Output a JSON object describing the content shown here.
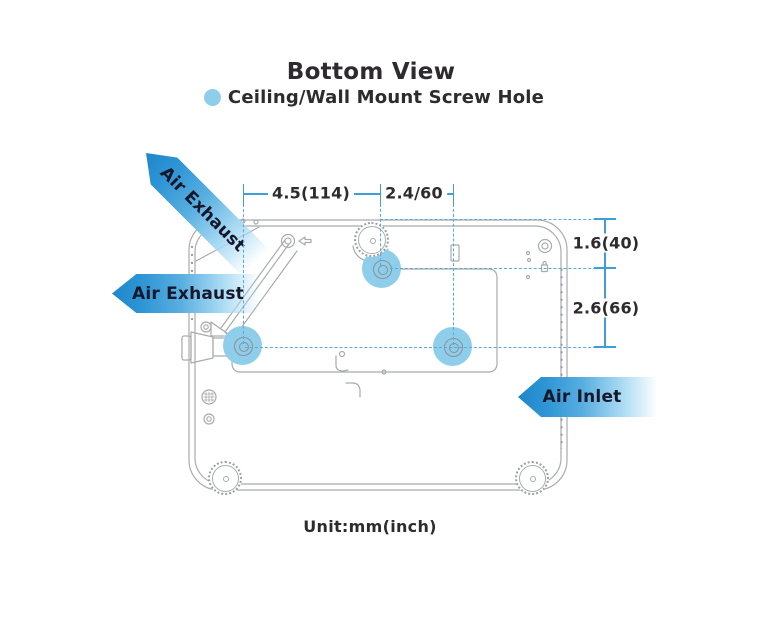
{
  "title": "Bottom View",
  "legend": {
    "icon": "screw-hole-dot",
    "label": "Ceiling/Wall Mount Screw Hole"
  },
  "unit_note": "Unit:mm(inch)",
  "arrows": {
    "exhaust_diagonal": "Air Exhaust",
    "exhaust_horizontal": "Air Exhaust",
    "inlet": "Air Inlet"
  },
  "dimensions": {
    "top_span_left": "4.5(114)",
    "top_span_right": "2.4/60",
    "right_span_upper": "1.6(40)",
    "right_span_lower": "2.6(66)"
  },
  "colors": {
    "screw_hole_marker": "#8FCEEB",
    "arrow_blue": "#2F95D5",
    "dimension_line": "#3F9ED8",
    "dashed_line": "#58A9DE",
    "line_art": "#A9ABAD",
    "text": "#2E2A2D"
  }
}
